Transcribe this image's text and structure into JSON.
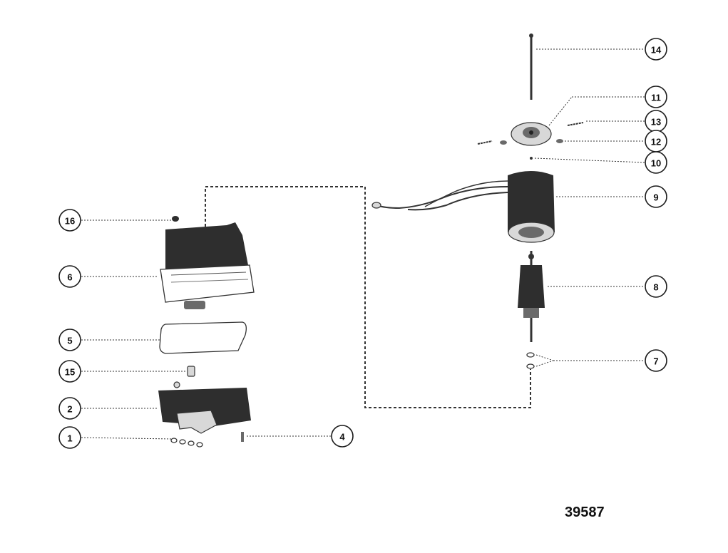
{
  "drawing_number": "39587",
  "callouts": [
    {
      "id": "16",
      "label": "16"
    },
    {
      "id": "6",
      "label": "6"
    },
    {
      "id": "5",
      "label": "5"
    },
    {
      "id": "15",
      "label": "15"
    },
    {
      "id": "2",
      "label": "2"
    },
    {
      "id": "1",
      "label": "1"
    },
    {
      "id": "4",
      "label": "4"
    },
    {
      "id": "14",
      "label": "14"
    },
    {
      "id": "11",
      "label": "11"
    },
    {
      "id": "13",
      "label": "13"
    },
    {
      "id": "12",
      "label": "12"
    },
    {
      "id": "10",
      "label": "10"
    },
    {
      "id": "9",
      "label": "9"
    },
    {
      "id": "8",
      "label": "8"
    },
    {
      "id": "7",
      "label": "7"
    }
  ]
}
